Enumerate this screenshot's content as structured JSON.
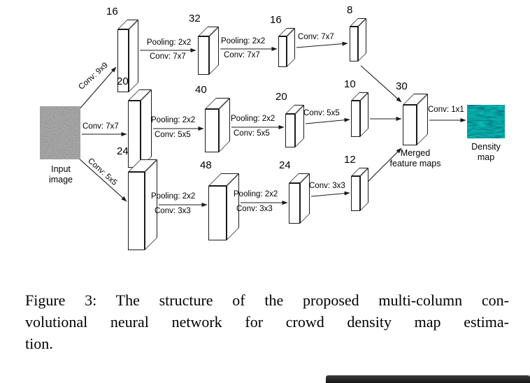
{
  "figure": {
    "input": {
      "lines": [
        "Input",
        "image"
      ]
    },
    "branch_convs": [
      "Conv: 9x9",
      "Conv: 7x7",
      "Conv: 5x5"
    ],
    "rows": [
      {
        "blocks": [
          "16",
          "32",
          "16",
          "8"
        ],
        "edge1": {
          "pool": "Pooling: 2x2",
          "conv": "Conv: 7x7"
        },
        "edge2": {
          "pool": "Pooling: 2x2",
          "conv": "Conv: 7x7"
        },
        "edge3": {
          "conv": "Conv: 7x7"
        }
      },
      {
        "blocks": [
          "20",
          "40",
          "20",
          "10"
        ],
        "edge1": {
          "pool": "Pooling: 2x2",
          "conv": "Conv: 5x5"
        },
        "edge2": {
          "pool": "Pooling: 2x2",
          "conv": "Conv: 5x5"
        },
        "edge3": {
          "conv": "Conv: 5x5"
        }
      },
      {
        "blocks": [
          "24",
          "48",
          "24",
          "12"
        ],
        "edge1": {
          "pool": "Pooling: 2x2",
          "conv": "Conv: 3x3"
        },
        "edge2": {
          "pool": "Pooling: 2x2",
          "conv": "Conv: 3x3"
        },
        "edge3": {
          "conv": "Conv: 3x3"
        }
      }
    ],
    "merged": {
      "number": "30",
      "lines": [
        "Merged",
        "feature maps"
      ]
    },
    "output": {
      "conv": "Conv: 1x1",
      "lines": [
        "Density",
        "map"
      ]
    }
  },
  "caption": {
    "lines": [
      "Figure 3: The structure of the proposed multi-column con-",
      "volutional neural network for crowd density map estima-",
      "tion."
    ]
  },
  "colors": {
    "stroke": "#1a1a1a",
    "density_map_base": "#1939c6"
  }
}
